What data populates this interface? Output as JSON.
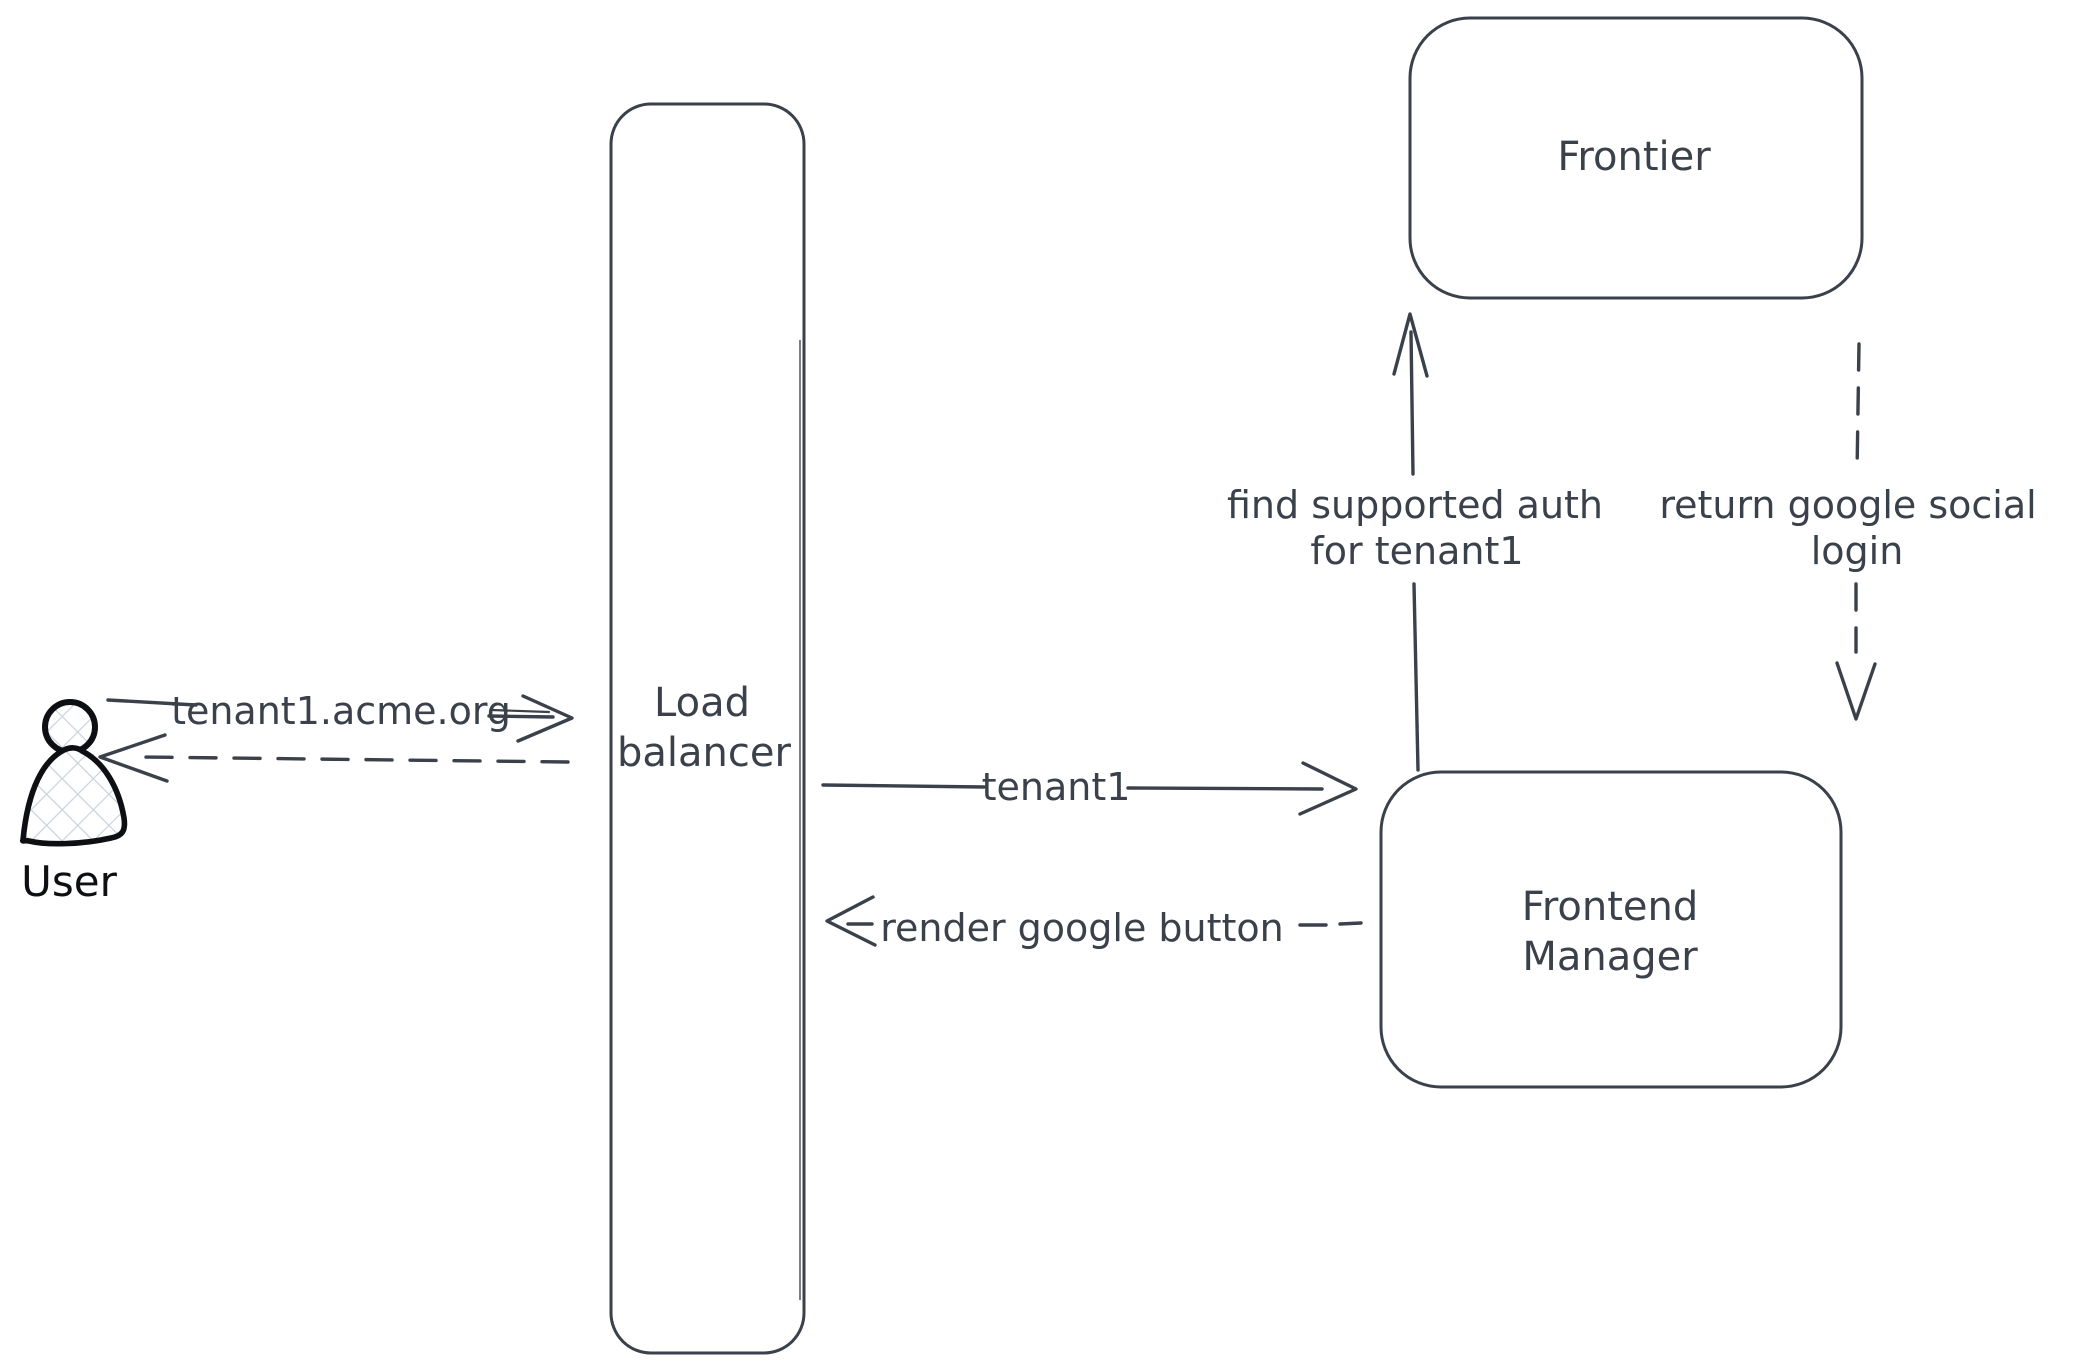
{
  "colors": {
    "stroke": "#3a414b",
    "user_figure": "#0e0f12",
    "hatch_fill": "#c9d3dc",
    "background": "#ffffff"
  },
  "nodes": {
    "user": {
      "label": "User",
      "type": "actor"
    },
    "load_balancer": {
      "lines": [
        "Load",
        "balancer"
      ]
    },
    "frontier": {
      "label": "Frontier"
    },
    "frontend_manager": {
      "lines": [
        "Frontend",
        "Manager"
      ]
    }
  },
  "arrows": {
    "user_to_load_balancer": {
      "label": "tenant1.acme.org",
      "style": "solid",
      "from": "user",
      "to": "load_balancer"
    },
    "load_balancer_to_user": {
      "style": "dashed",
      "from": "load_balancer",
      "to": "user"
    },
    "load_balancer_to_frontend_manager": {
      "label": "tenant1",
      "style": "solid",
      "from": "load_balancer",
      "to": "frontend_manager"
    },
    "frontend_manager_to_load_balancer": {
      "label": "render google button",
      "style": "dashed",
      "from": "frontend_manager",
      "to": "load_balancer"
    },
    "frontend_manager_to_frontier": {
      "lines": [
        "find supported auth",
        "for tenant1"
      ],
      "style": "solid",
      "from": "frontend_manager",
      "to": "frontier"
    },
    "frontier_to_frontend_manager": {
      "lines": [
        "return google social",
        "login"
      ],
      "style": "dashed",
      "from": "frontier",
      "to": "frontend_manager"
    }
  }
}
